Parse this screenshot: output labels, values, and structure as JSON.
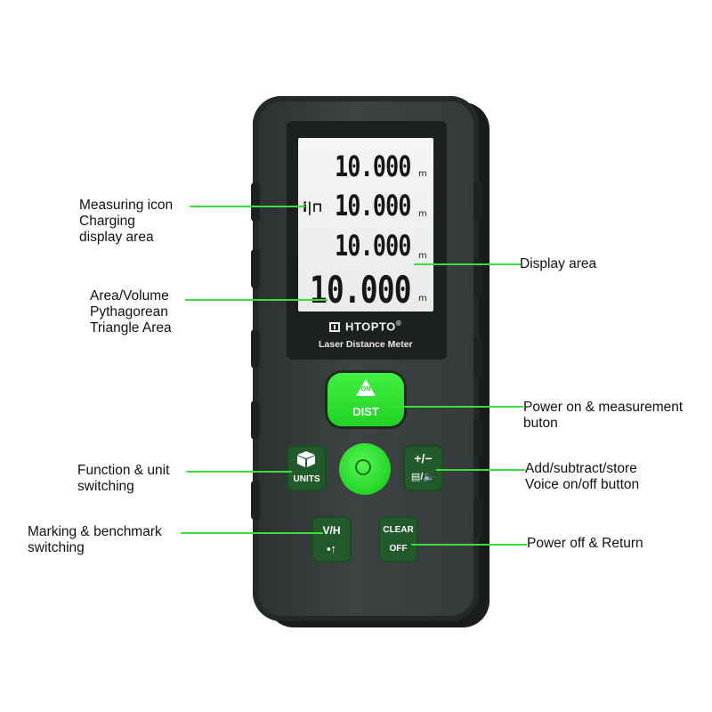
{
  "callouts": {
    "measuring_icon": {
      "line1": "Measuring icon",
      "line2": "Charging",
      "line3": "display area"
    },
    "area_volume": {
      "line1": "Area/Volume",
      "line2": "Pythagorean",
      "line3": "Triangle Area"
    },
    "function_unit": {
      "line1": "Function & unit",
      "line2": "switching"
    },
    "marking": {
      "line1": "Marking & benchmark",
      "line2": "switching"
    },
    "display_area": {
      "line1": "Display area"
    },
    "power_on": {
      "line1": "Power on & measurement",
      "line2": "buton"
    },
    "add_subtract": {
      "line1": "Add/subtract/store",
      "line2": "Voice on/off button"
    },
    "power_off": {
      "line1": "Power off & Return"
    }
  },
  "lcd": {
    "icon": "i|⊓",
    "rows": [
      {
        "value": "10.000",
        "unit": "m"
      },
      {
        "value": "10.000",
        "unit": "m"
      },
      {
        "value": "10.000",
        "unit": "m"
      },
      {
        "value": "10.000",
        "unit": "m"
      }
    ]
  },
  "device": {
    "brand": "HTOPTO",
    "registered": "®",
    "tagline": "Laser Distance Meter"
  },
  "buttons": {
    "on_dist": {
      "top": "ON",
      "bottom": "DIST"
    },
    "units": {
      "label": "UNITS",
      "icon": "cube-icon"
    },
    "plus_minus": {
      "top": "+/−",
      "bottom": "▤/🔈"
    },
    "vh": {
      "top": "V/H",
      "bottom": "▪↑"
    },
    "clear_off": {
      "top": "CLEAR",
      "bottom": "OFF"
    }
  },
  "colors": {
    "leader": "#39e03a",
    "button_green": "#22d626",
    "button_dark_green": "#225a2c",
    "body": "#3a3f3f"
  }
}
